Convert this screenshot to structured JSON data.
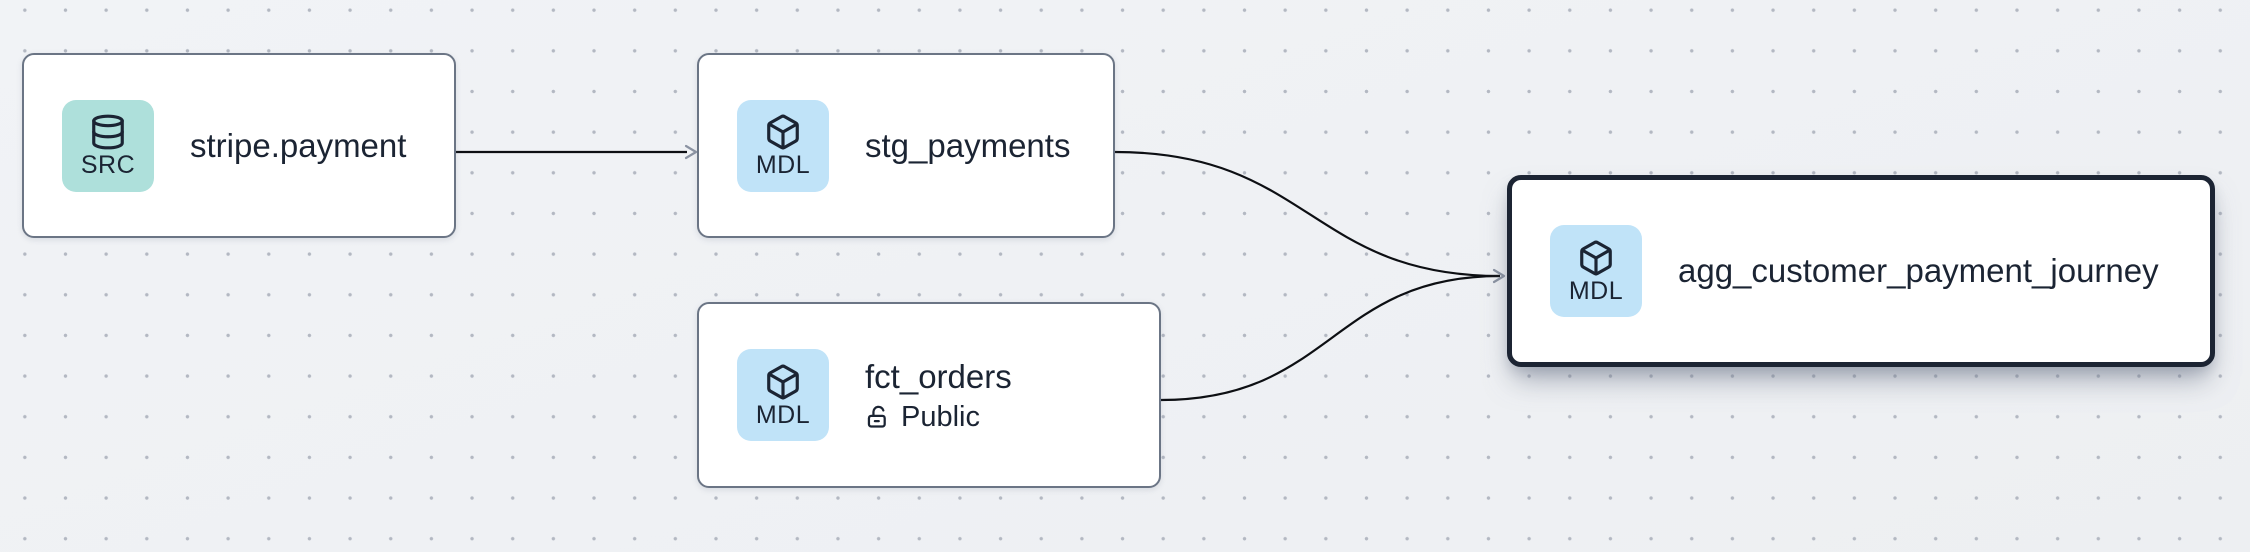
{
  "canvas": {
    "background_color": "#eef0f3",
    "dot_color": "#b3b8c2"
  },
  "colors": {
    "node_border": "#6b7585",
    "selected_node_border": "#1c2433",
    "node_background": "#ffffff",
    "edge": "#0d0f13",
    "arrowhead": "#8b93a2",
    "text": "#1b2433",
    "badge_src_background": "#aee0db",
    "badge_mdl_background": "#c0e3f8"
  },
  "nodes": [
    {
      "title": "stripe.payment",
      "badge_label": "SRC",
      "badge_icon": "database-icon",
      "selected": false
    },
    {
      "title": "stg_payments",
      "badge_label": "MDL",
      "badge_icon": "box-icon",
      "selected": false
    },
    {
      "title": "fct_orders",
      "badge_label": "MDL",
      "badge_icon": "box-icon",
      "access_label": "Public",
      "access_icon": "lock-open-icon",
      "selected": false
    },
    {
      "title": "agg_customer_payment_journey",
      "badge_label": "MDL",
      "badge_icon": "box-icon",
      "selected": true
    }
  ],
  "edges": [
    {
      "from": "stripe.payment",
      "to": "stg_payments"
    },
    {
      "from": "stg_payments",
      "to": "agg_customer_payment_journey"
    },
    {
      "from": "fct_orders",
      "to": "agg_customer_payment_journey"
    }
  ]
}
